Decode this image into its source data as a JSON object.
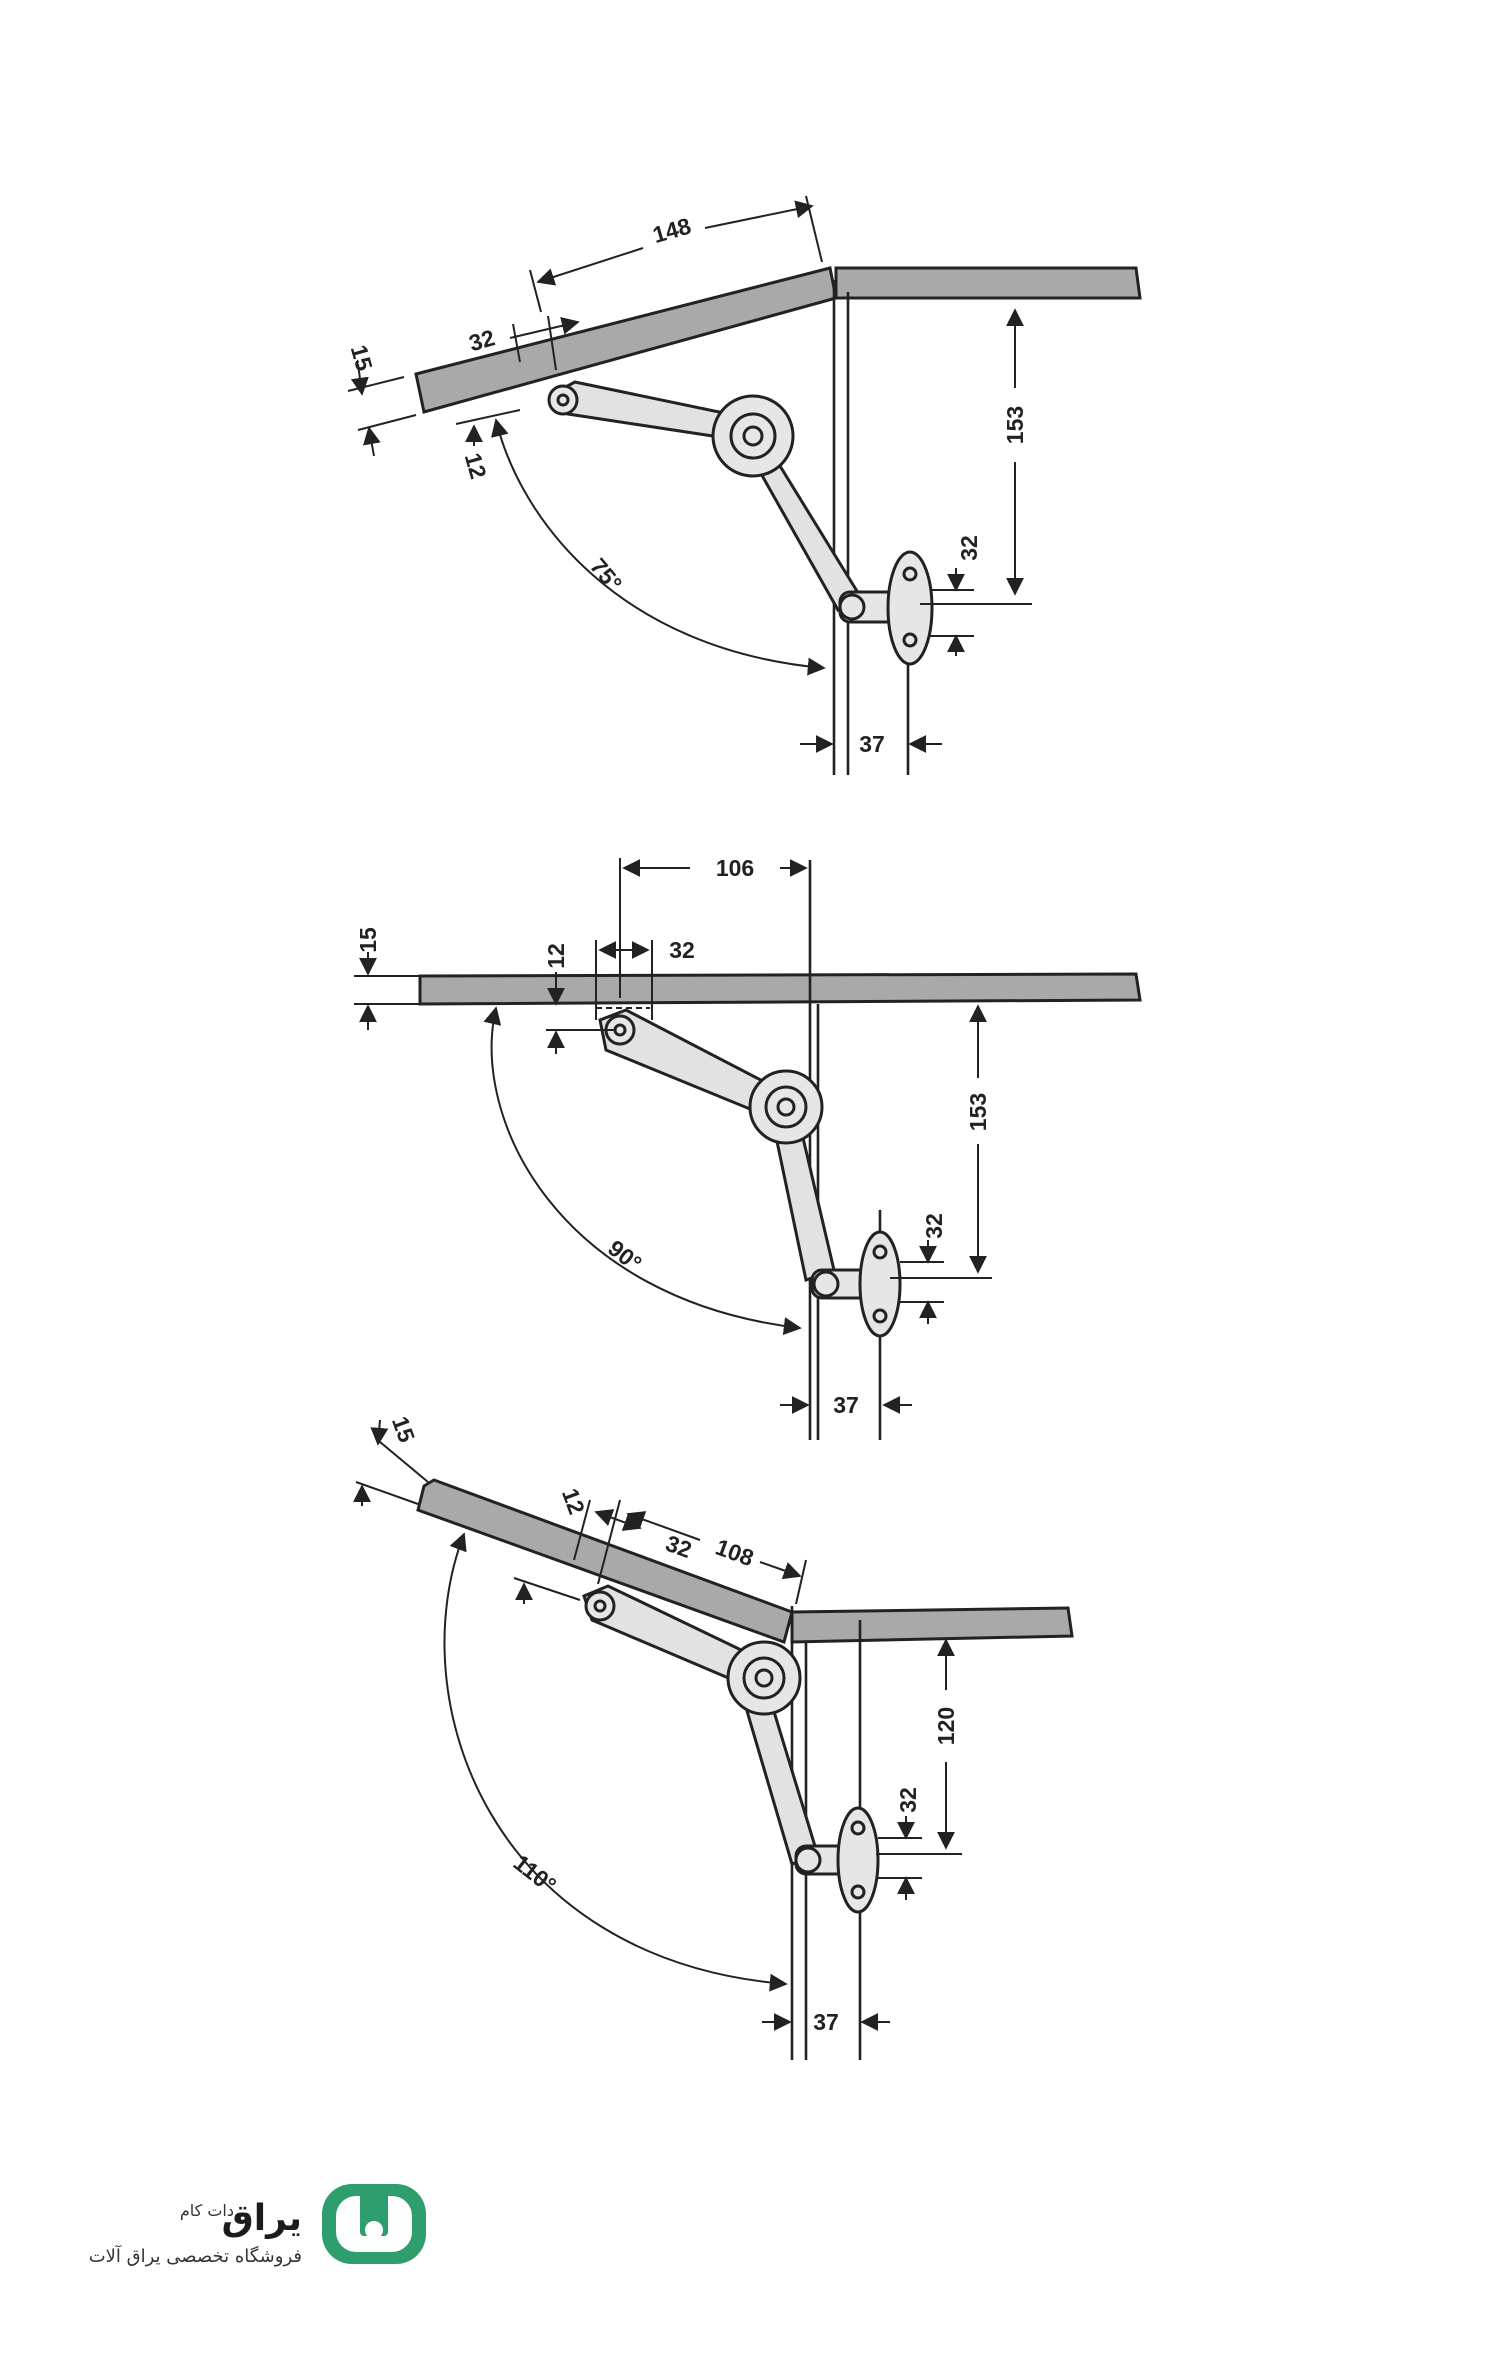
{
  "diagrams": [
    {
      "angle": "75°",
      "dims": {
        "d148": "148",
        "d32a": "32",
        "d15": "15",
        "d12": "12",
        "d153": "153",
        "d32b": "32",
        "d37": "37"
      }
    },
    {
      "angle": "90°",
      "dims": {
        "d106": "106",
        "d32a": "32",
        "d15": "15",
        "d12": "12",
        "d153": "153",
        "d32b": "32",
        "d37": "37"
      }
    },
    {
      "angle": "110°",
      "dims": {
        "d108": "108",
        "d32a": "32",
        "d15": "15",
        "d12": "12",
        "d120": "120",
        "d32b": "32",
        "d37": "37"
      }
    }
  ],
  "brand": {
    "name": "یراق",
    "suffix": "دات کام",
    "tagline": "فروشگاه تخصصی یراق آلات",
    "color": "#2e9e6e"
  }
}
